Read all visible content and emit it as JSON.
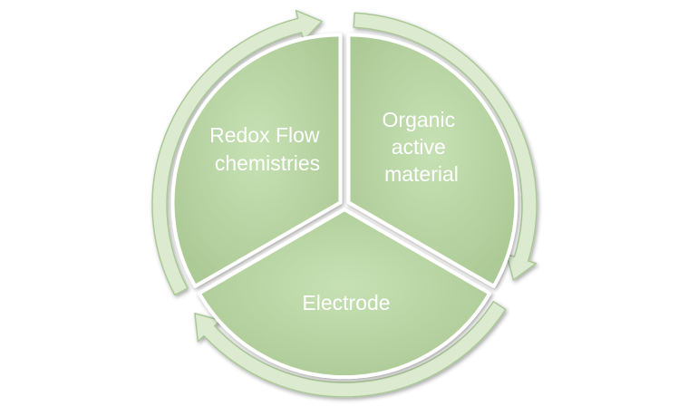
{
  "diagram": {
    "segments": [
      {
        "id": "redox",
        "lines": [
          "Redox Flow",
          "chemistries"
        ]
      },
      {
        "id": "organic",
        "lines": [
          "Organic",
          "active",
          "material"
        ]
      },
      {
        "id": "electrode",
        "lines": [
          "Electrode"
        ]
      }
    ],
    "colors": {
      "segment_fill": "#b5d3a0",
      "segment_gradient_light": "#c5e0b2",
      "segment_gradient_dark": "#a5c68e",
      "arrow_fill": "#dcebd0",
      "arrow_stroke": "#a9c896",
      "label": "#ffffff"
    }
  }
}
